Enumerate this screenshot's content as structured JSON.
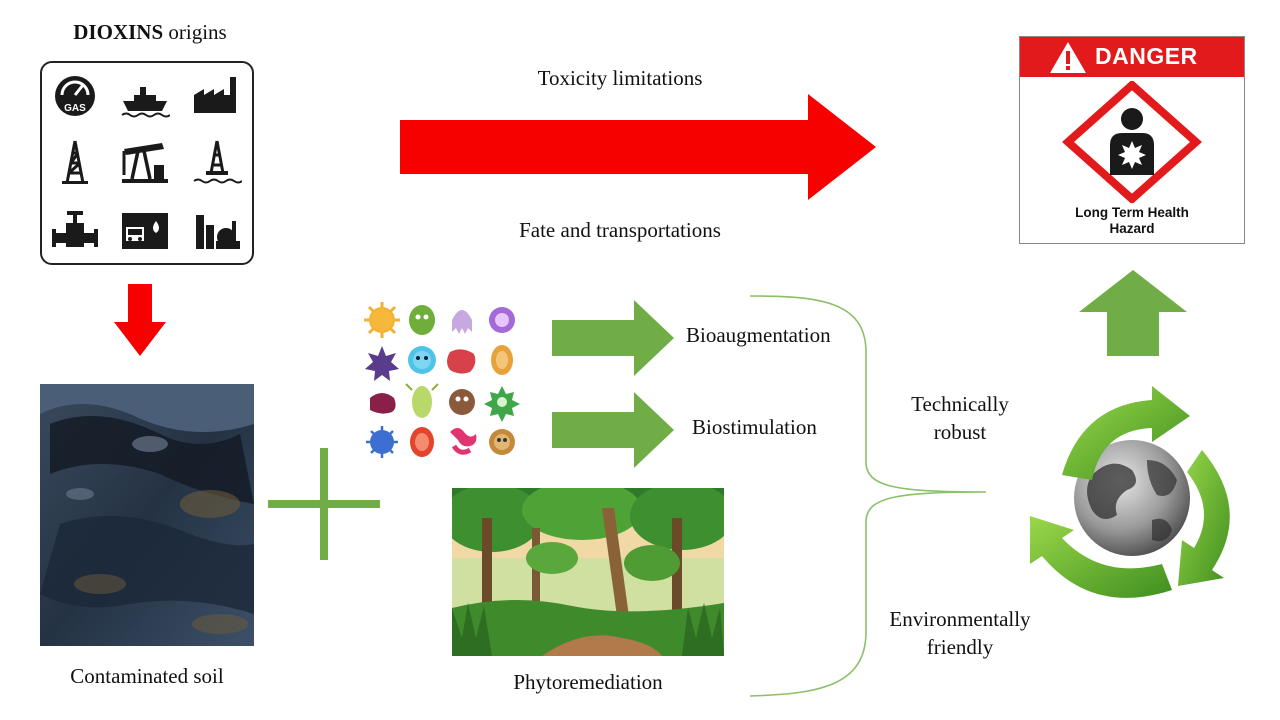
{
  "origins": {
    "title_bold": "DIOXINS",
    "title_rest": " origins",
    "icons": [
      "gas-gauge-icon",
      "oil-tanker-icon",
      "factory-icon",
      "oil-derrick-icon",
      "pump-jack-icon",
      "offshore-rig-icon",
      "pipeline-valve-icon",
      "fuel-station-icon",
      "refinery-icon"
    ],
    "gas_text": "GAS"
  },
  "arrows": {
    "top_label": "Toxicity  limitations",
    "bottom_label": "Fate and transportations"
  },
  "danger": {
    "header": "DANGER",
    "caption_line1": "Long Term Health",
    "caption_line2": "Hazard"
  },
  "soil": {
    "caption": "Contaminated soil"
  },
  "remediation": {
    "bioaugmentation": "Bioaugmentation",
    "biostimulation": "Biostimulation",
    "phytoremediation": "Phytoremediation"
  },
  "benefits": {
    "technically_line1": "Technically",
    "technically_line2": "robust",
    "environmentally_line1": "Environmentally",
    "environmentally_line2": "friendly"
  },
  "colors": {
    "red_arrow": "#f70000",
    "green_arrow": "#70ad47",
    "green_plus": "#70ad47",
    "danger_red": "#e31a1c",
    "brace_green": "#8cc06a"
  }
}
